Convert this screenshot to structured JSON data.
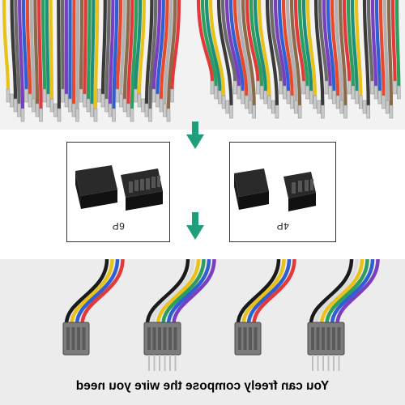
{
  "product": {
    "top_wire_colors": [
      "#e8c21a",
      "#f2f2f2",
      "#3a3a3a",
      "#6a6a6a",
      "#7a3fbf",
      "#2f5fd0",
      "#e64a2e",
      "#b0b0b0",
      "#8a6a4a",
      "#e23a3a",
      "#2e9e5e",
      "#1f8f7a"
    ],
    "left_connector_label": "6P",
    "right_connector_label": "4P",
    "caption": "You can freely compose the wire you need",
    "arrow_color": "#1e9e7a",
    "housing_color": "#1a1a1a",
    "assembled_housing_color": "#7c7c7c"
  }
}
